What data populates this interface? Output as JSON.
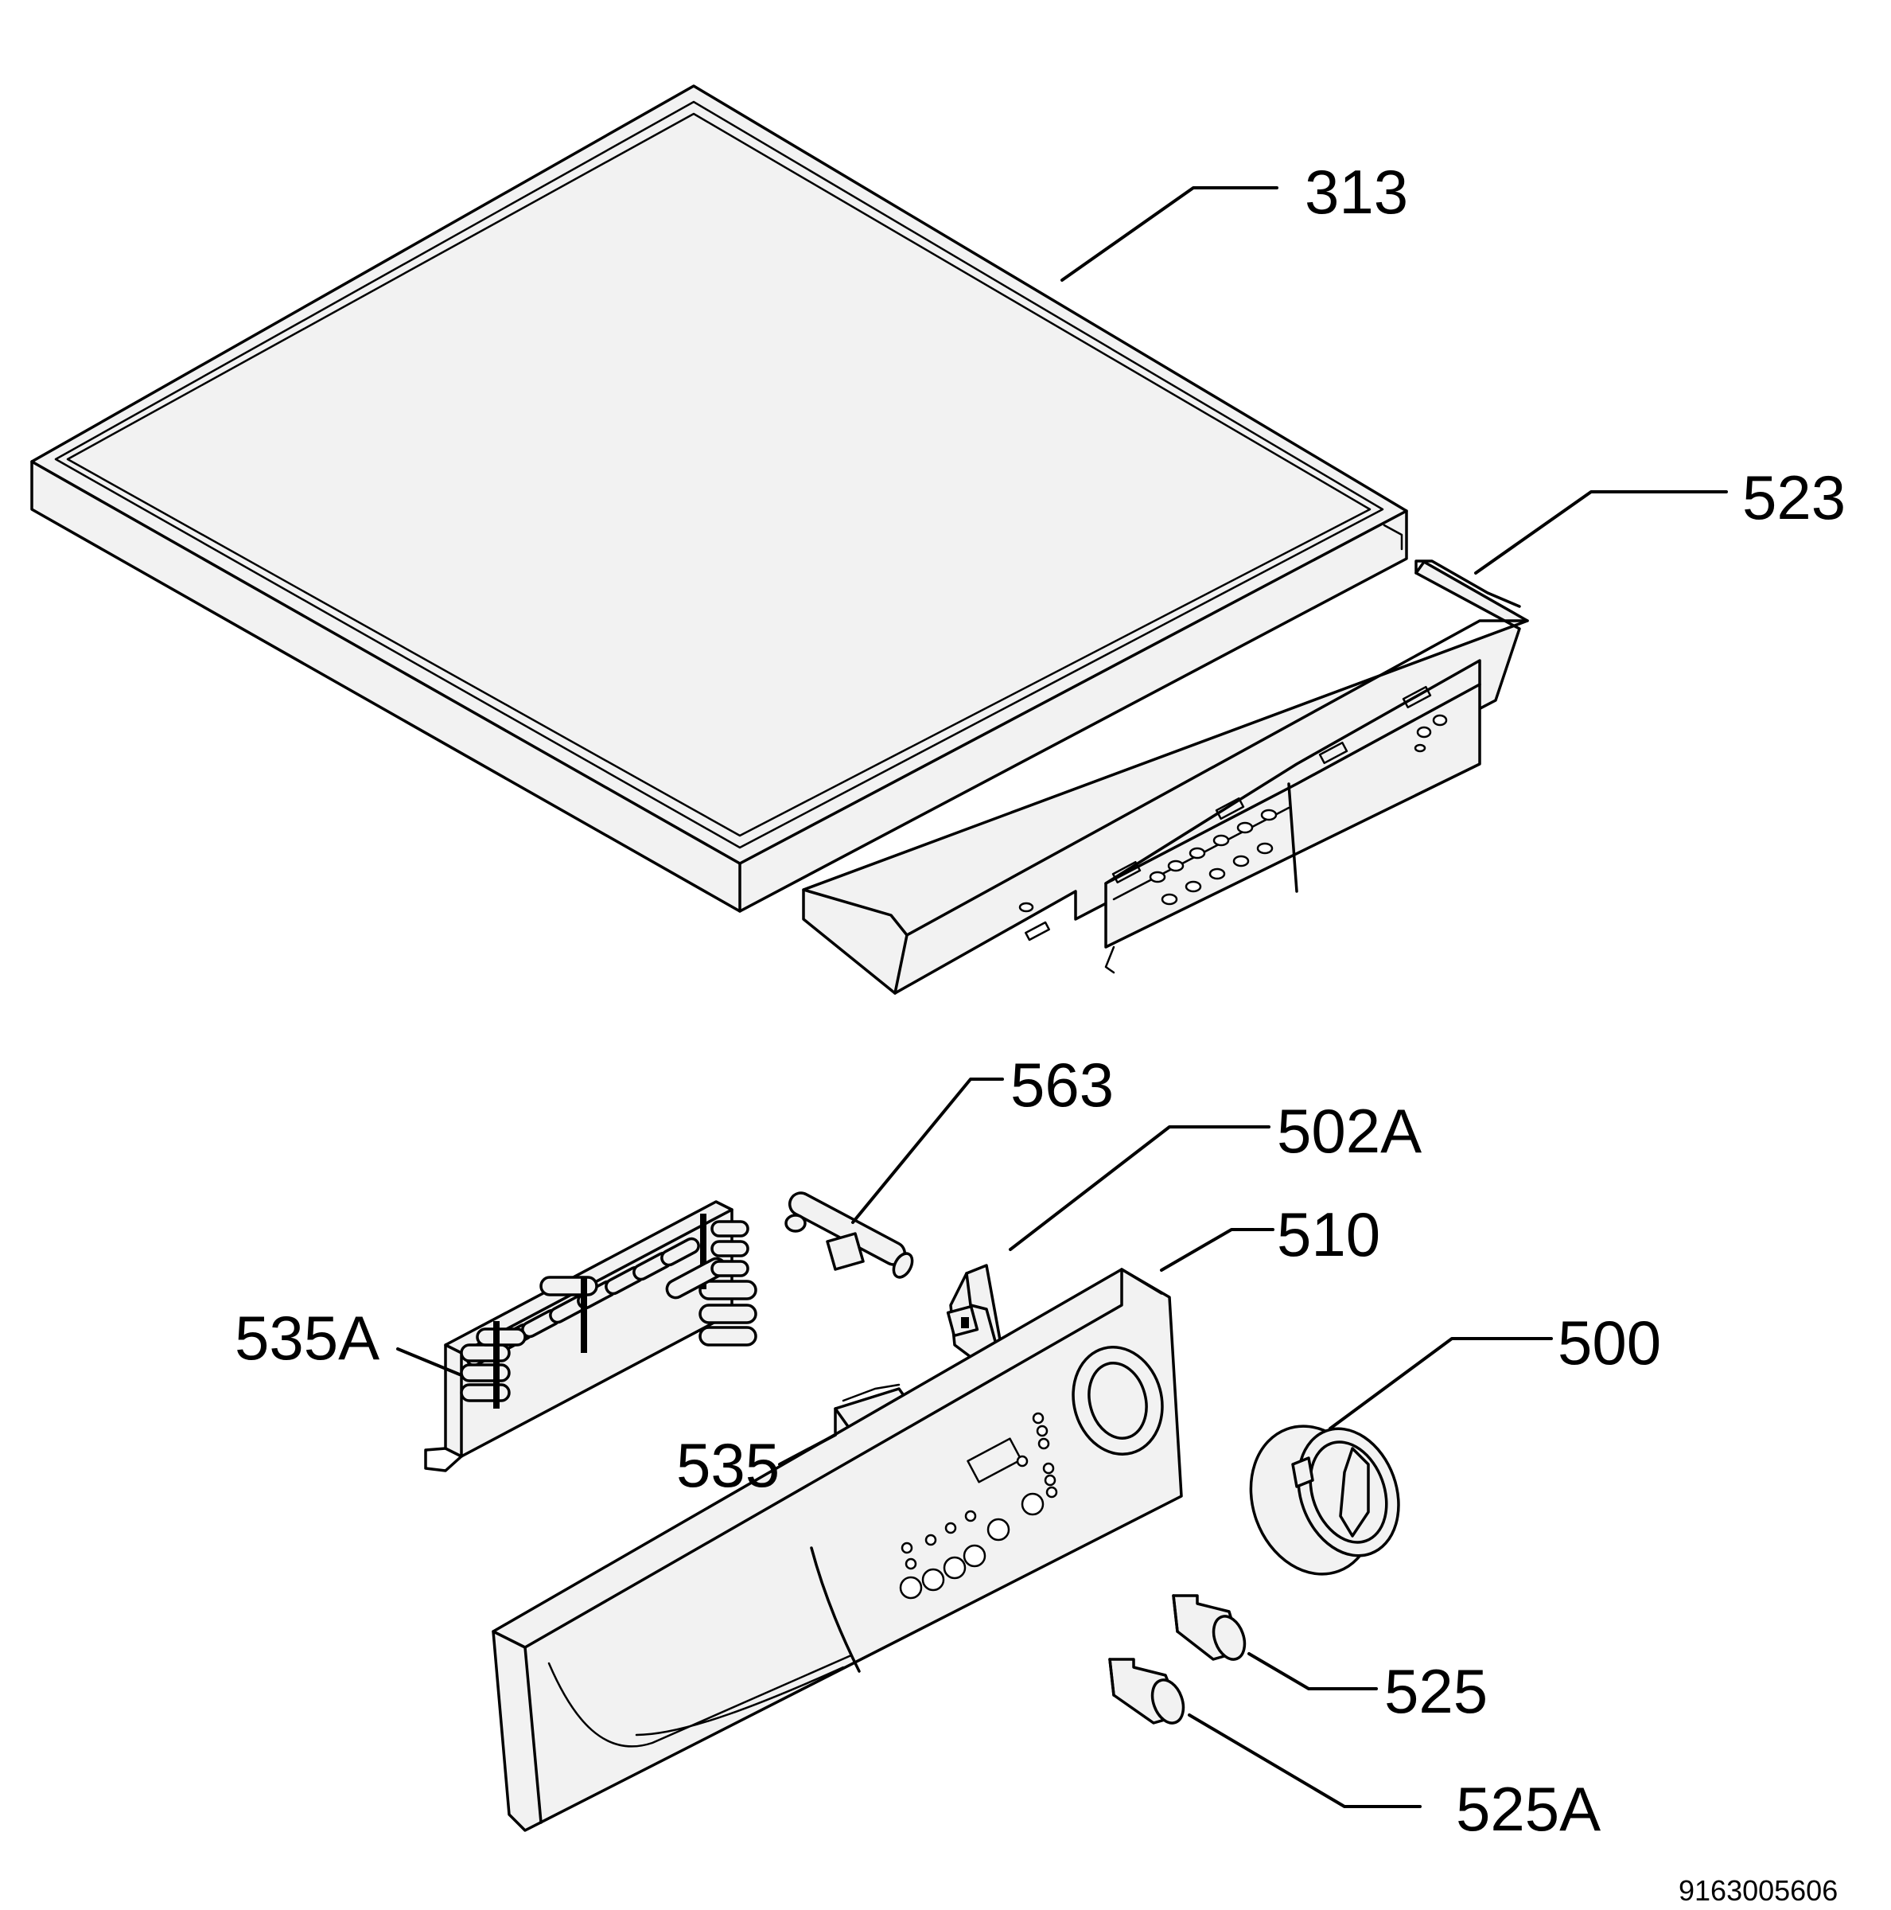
{
  "labels": {
    "p313": "313",
    "p523": "523",
    "p563": "563",
    "p502A": "502A",
    "p510": "510",
    "p500": "500",
    "p535A": "535A",
    "p535": "535",
    "p525": "525",
    "p525A": "525A"
  },
  "drawing_code": "9163005606"
}
